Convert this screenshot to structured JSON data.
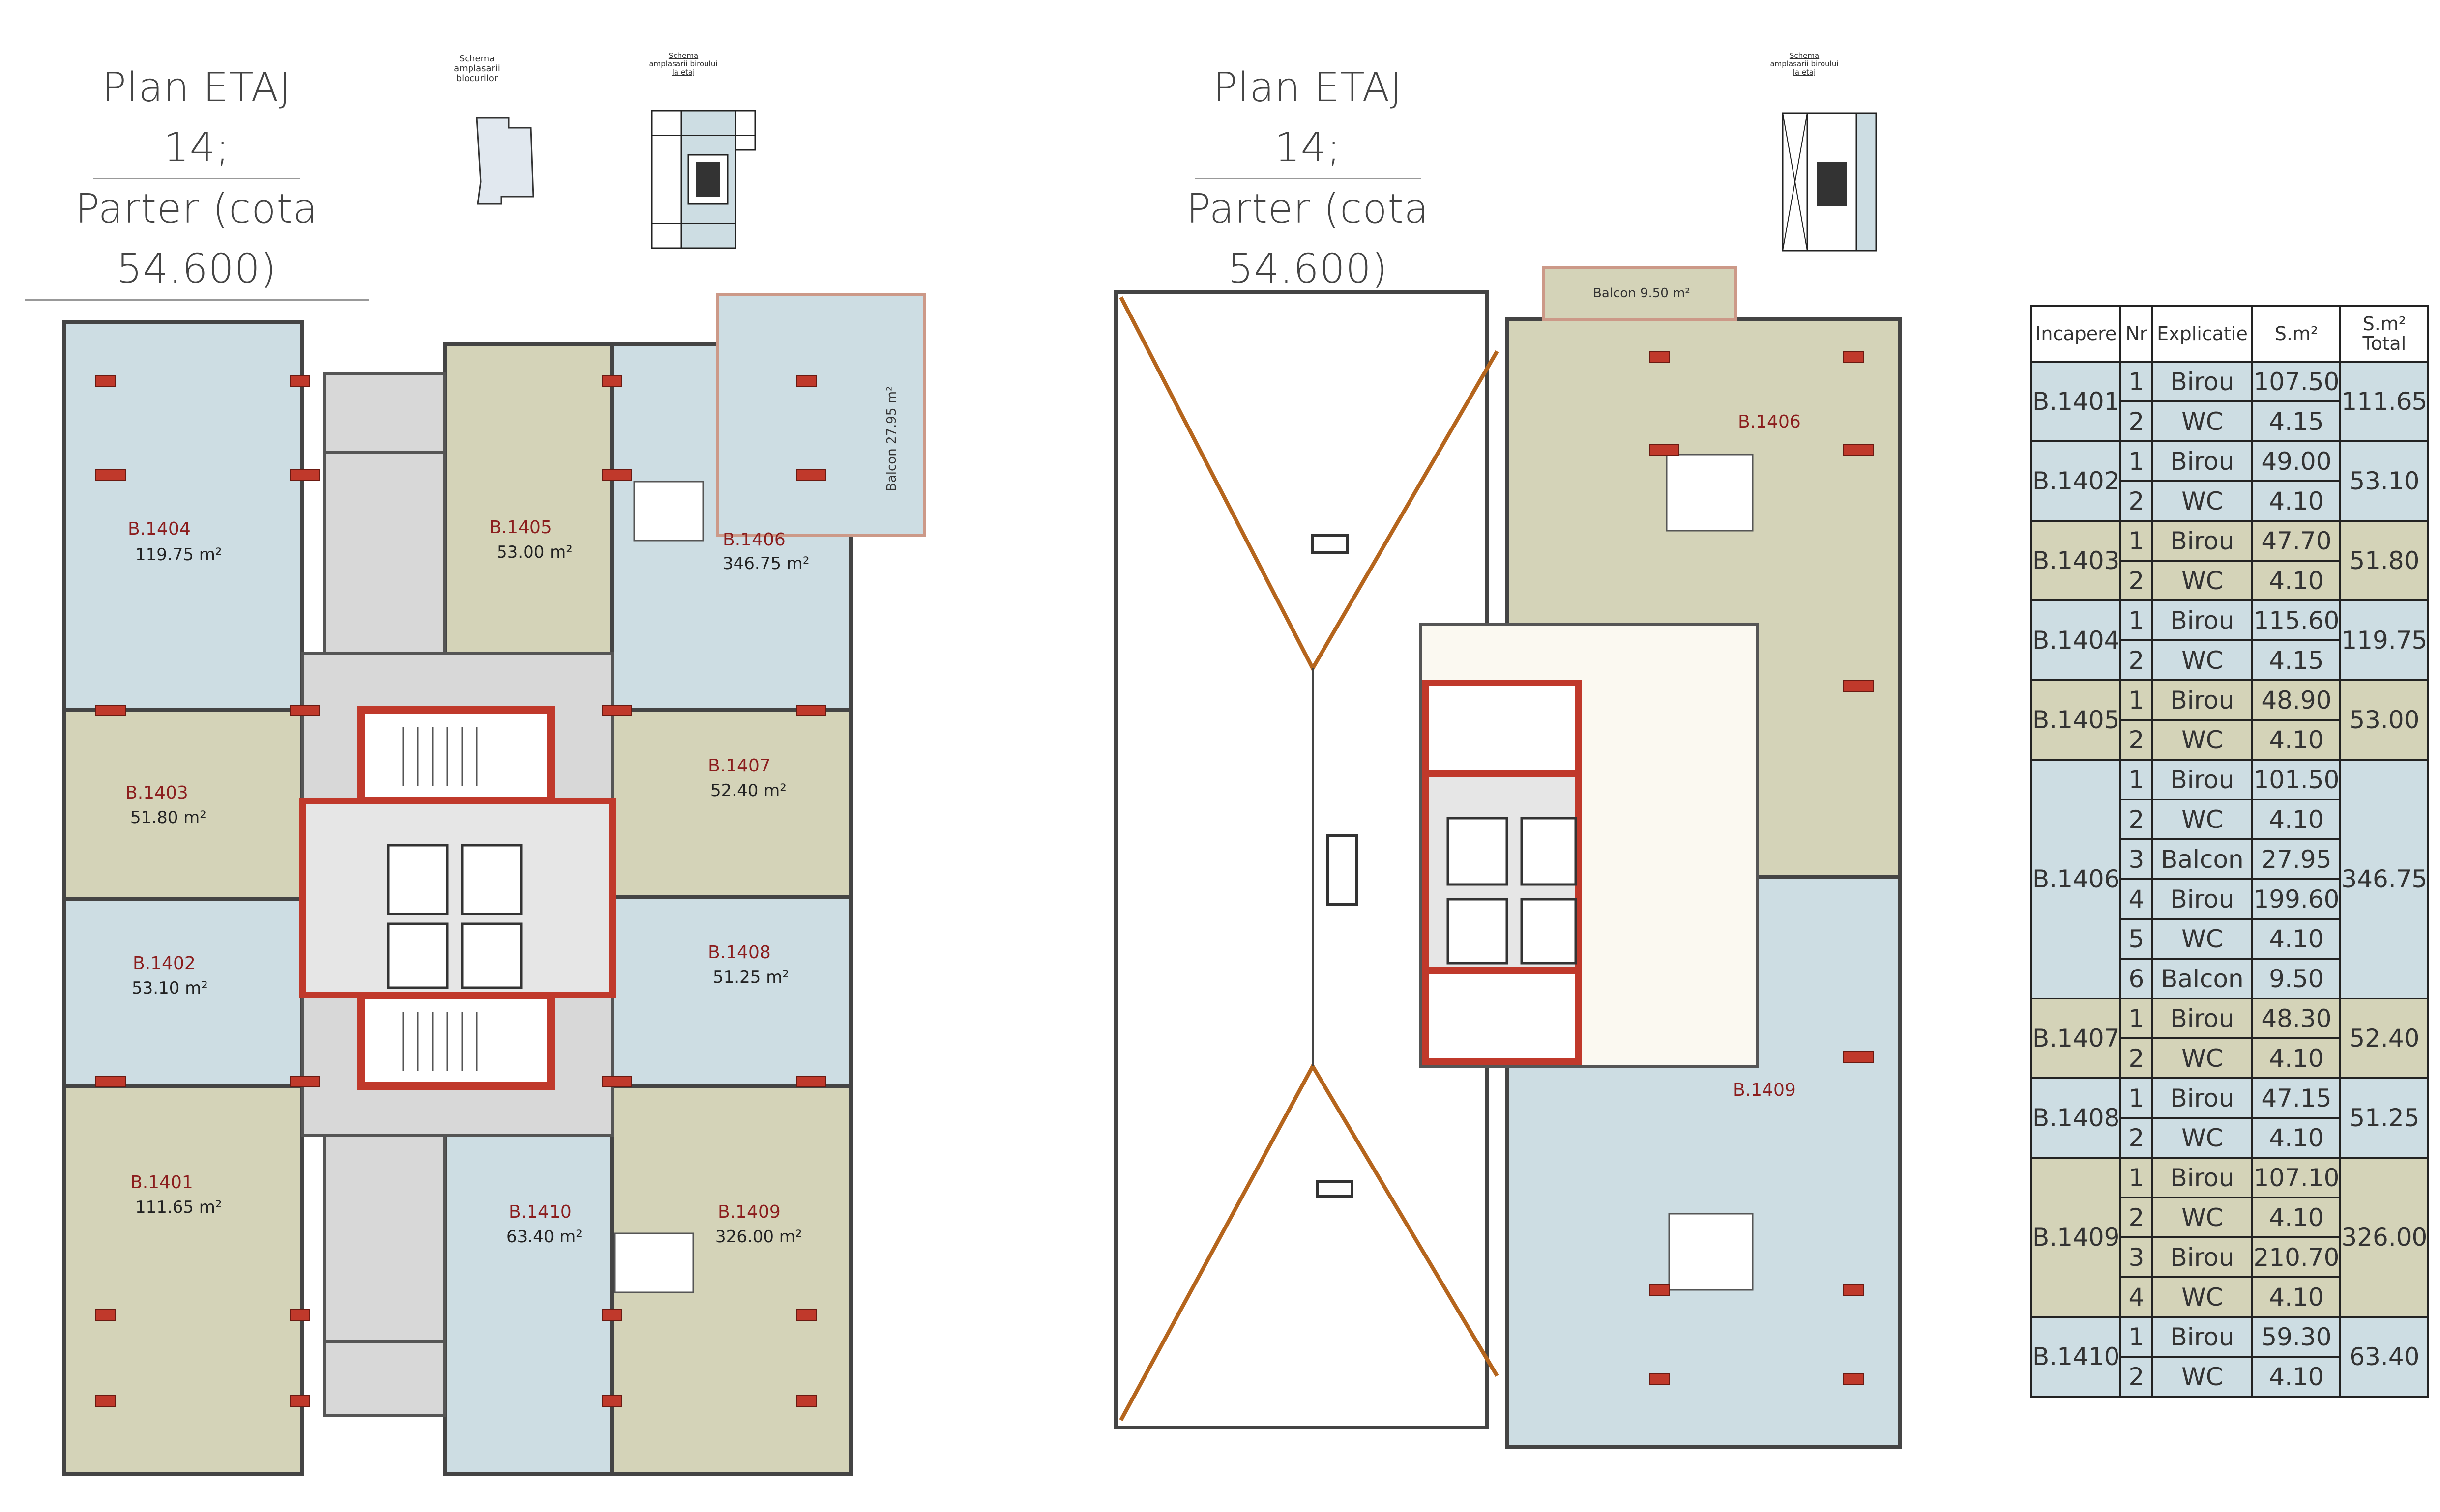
{
  "left_plan": {
    "title_line1": "Plan ETAJ 14;",
    "title_line2": "Parter (cota 54.600)",
    "schema1_label": "Schema amplasarii blocurilor",
    "schema2_label": "Schema amplasarii biroului la etaj",
    "rooms": [
      {
        "code": "B.1404",
        "area": "119.75 m²"
      },
      {
        "code": "B.1405",
        "area": "53.00 m²"
      },
      {
        "code": "B.1406",
        "area": "346.75 m²"
      },
      {
        "code": "B.1403",
        "area": "51.80 m²"
      },
      {
        "code": "B.1407",
        "area": "52.40 m²"
      },
      {
        "code": "B.1402",
        "area": "53.10 m²"
      },
      {
        "code": "B.1408",
        "area": "51.25 m²"
      },
      {
        "code": "B.1401",
        "area": "111.65 m²"
      },
      {
        "code": "B.1410",
        "area": "63.40 m²"
      },
      {
        "code": "B.1409",
        "area": "326.00 m²"
      }
    ],
    "balcon_label": "Balcon 27.95 m²"
  },
  "right_plan": {
    "title_line1": "Plan ETAJ 14;",
    "title_line2": "Parter (cota 54.600)",
    "schema_label": "Schema amplasarii biroului la etaj",
    "balcon_label": "Balcon 9.50 m²",
    "rooms": [
      {
        "code": "B.1406"
      },
      {
        "code": "B.1409"
      }
    ]
  },
  "colors": {
    "blue_room": "#cddde3",
    "olive_room": "#d4d3b8",
    "corridor": "#d8d8d8",
    "red_wall": "#c0392b",
    "roof_line": "#b5651d"
  },
  "table": {
    "headers": {
      "room": "Incapere",
      "nr": "Nr",
      "expl": "Explicatie",
      "s": "S.m²",
      "total_top": "S.m²",
      "total_bottom": "Total"
    },
    "groups": [
      {
        "code": "B.1401",
        "total": "111.65",
        "color": "#cddde3",
        "rows": [
          {
            "nr": "1",
            "expl": "Birou",
            "s": "107.50"
          },
          {
            "nr": "2",
            "expl": "WC",
            "s": "4.15"
          }
        ]
      },
      {
        "code": "B.1402",
        "total": "53.10",
        "color": "#cddde3",
        "rows": [
          {
            "nr": "1",
            "expl": "Birou",
            "s": "49.00"
          },
          {
            "nr": "2",
            "expl": "WC",
            "s": "4.10"
          }
        ]
      },
      {
        "code": "B.1403",
        "total": "51.80",
        "color": "#d4d3b8",
        "rows": [
          {
            "nr": "1",
            "expl": "Birou",
            "s": "47.70"
          },
          {
            "nr": "2",
            "expl": "WC",
            "s": "4.10"
          }
        ]
      },
      {
        "code": "B.1404",
        "total": "119.75",
        "color": "#cddde3",
        "rows": [
          {
            "nr": "1",
            "expl": "Birou",
            "s": "115.60"
          },
          {
            "nr": "2",
            "expl": "WC",
            "s": "4.15"
          }
        ]
      },
      {
        "code": "B.1405",
        "total": "53.00",
        "color": "#d4d3b8",
        "rows": [
          {
            "nr": "1",
            "expl": "Birou",
            "s": "48.90"
          },
          {
            "nr": "2",
            "expl": "WC",
            "s": "4.10"
          }
        ]
      },
      {
        "code": "B.1406",
        "total": "346.75",
        "color": "#cddde3",
        "rows": [
          {
            "nr": "1",
            "expl": "Birou",
            "s": "101.50"
          },
          {
            "nr": "2",
            "expl": "WC",
            "s": "4.10"
          },
          {
            "nr": "3",
            "expl": "Balcon",
            "s": "27.95"
          },
          {
            "nr": "4",
            "expl": "Birou",
            "s": "199.60"
          },
          {
            "nr": "5",
            "expl": "WC",
            "s": "4.10"
          },
          {
            "nr": "6",
            "expl": "Balcon",
            "s": "9.50"
          }
        ]
      },
      {
        "code": "B.1407",
        "total": "52.40",
        "color": "#d4d3b8",
        "rows": [
          {
            "nr": "1",
            "expl": "Birou",
            "s": "48.30"
          },
          {
            "nr": "2",
            "expl": "WC",
            "s": "4.10"
          }
        ]
      },
      {
        "code": "B.1408",
        "total": "51.25",
        "color": "#cddde3",
        "rows": [
          {
            "nr": "1",
            "expl": "Birou",
            "s": "47.15"
          },
          {
            "nr": "2",
            "expl": "WC",
            "s": "4.10"
          }
        ]
      },
      {
        "code": "B.1409",
        "total": "326.00",
        "color": "#d4d3b8",
        "rows": [
          {
            "nr": "1",
            "expl": "Birou",
            "s": "107.10"
          },
          {
            "nr": "2",
            "expl": "WC",
            "s": "4.10"
          },
          {
            "nr": "3",
            "expl": "Birou",
            "s": "210.70"
          },
          {
            "nr": "4",
            "expl": "WC",
            "s": "4.10"
          }
        ]
      },
      {
        "code": "B.1410",
        "total": "63.40",
        "color": "#cddde3",
        "rows": [
          {
            "nr": "1",
            "expl": "Birou",
            "s": "59.30"
          },
          {
            "nr": "2",
            "expl": "WC",
            "s": "4.10"
          }
        ]
      }
    ]
  }
}
